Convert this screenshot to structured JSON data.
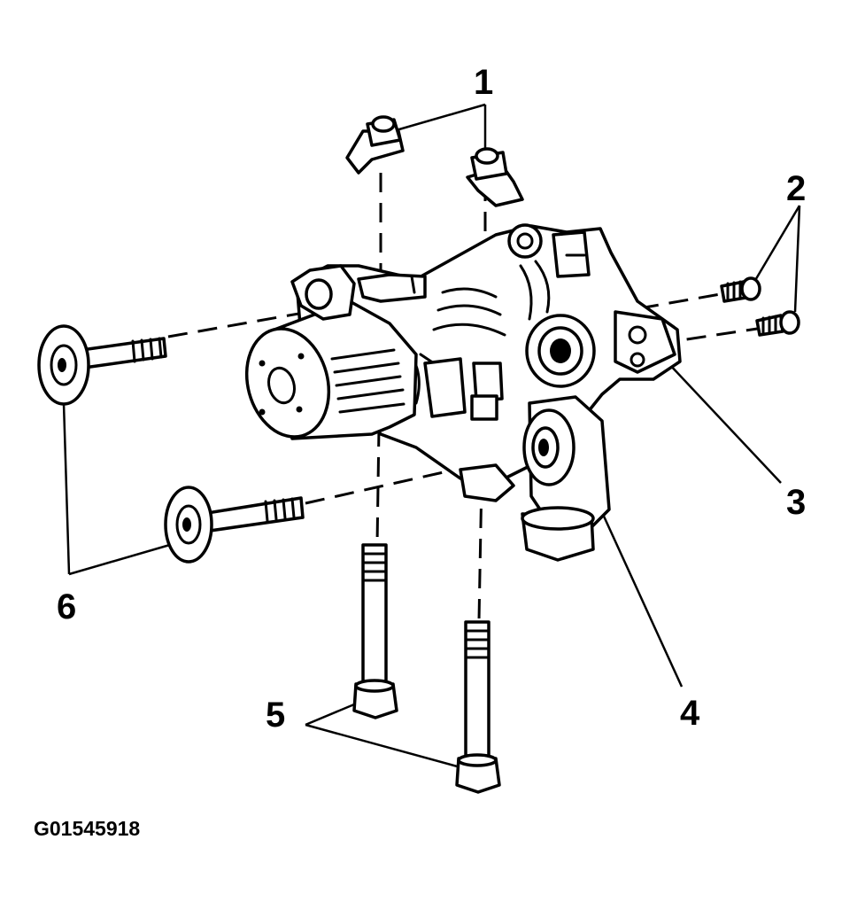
{
  "callouts": {
    "c1": "1",
    "c2": "2",
    "c3": "3",
    "c4": "4",
    "c5": "5",
    "c6": "6"
  },
  "figure_id": "G01545918",
  "colors": {
    "line": "#000000",
    "background": "#ffffff"
  }
}
